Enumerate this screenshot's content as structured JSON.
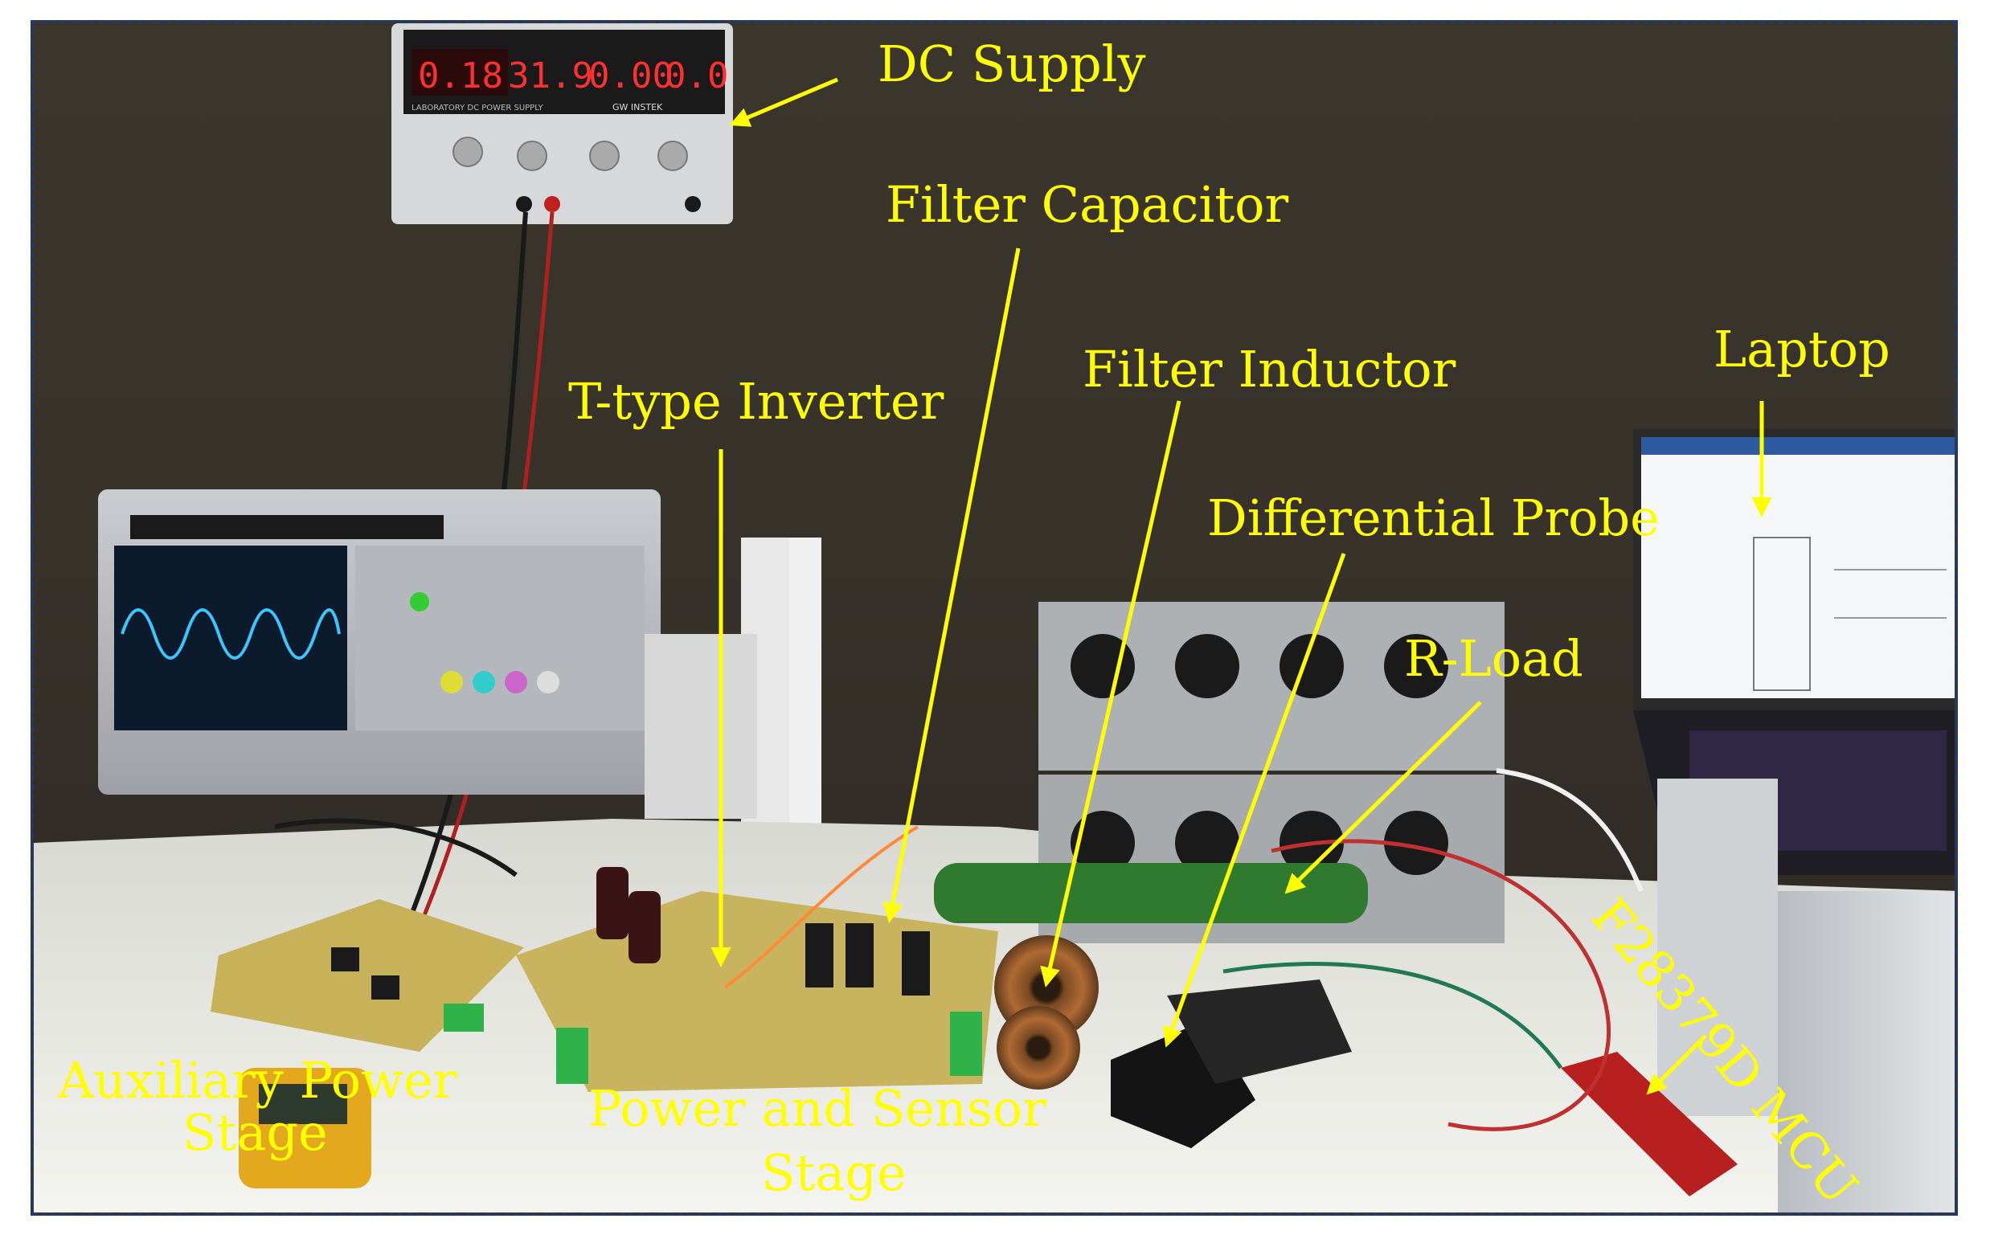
{
  "photo": {
    "labels": {
      "dc_supply": "DC Supply",
      "filter_capacitor": "Filter Capacitor",
      "filter_inductor": "Filter Inductor",
      "t_type_inverter": "T-type Inverter",
      "laptop": "Laptop",
      "differential_probe": "Differential Probe",
      "r_load": "R-Load",
      "mcu": "F28379D MCU",
      "auxiliary_power_stage_line1": "Auxiliary Power",
      "auxiliary_power_stage_line2": "Stage",
      "power_sensor_stage_line1": "Power and Sensor",
      "power_sensor_stage_line2": "Stage"
    },
    "dc_supply_display": {
      "readout_1": "0.18",
      "readout_2": "31.9",
      "readout_3": "0.00",
      "readout_4": "0.0",
      "panel_text": "LABORATORY DC POWER SUPPLY",
      "brand": "GW INSTEK"
    },
    "colors": {
      "label_text": "#ffff00",
      "arrow": "#ffff00",
      "frame_border": "#1f3a6b",
      "background": "#3a352c"
    }
  }
}
